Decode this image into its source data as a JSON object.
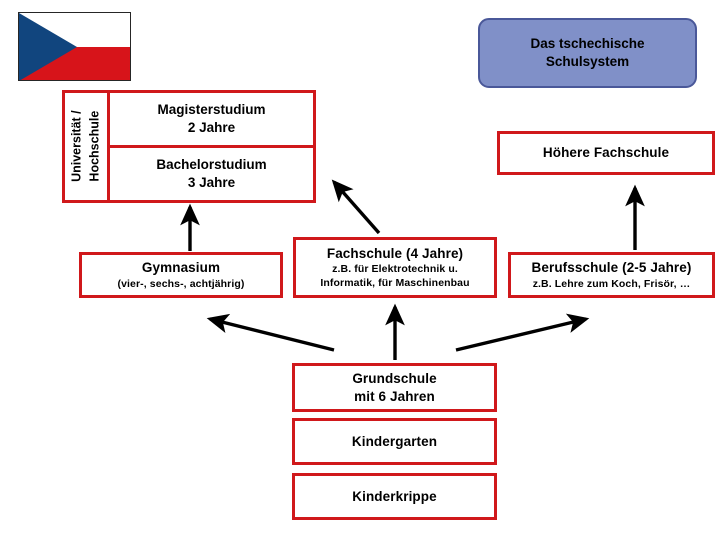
{
  "page": {
    "title": "Das tschechische Schulsystem",
    "background": "#ffffff",
    "box_border_color": "#d0181b",
    "callout_fill": "#8090c8",
    "callout_border": "#4a5899",
    "arrow_color": "#000000"
  },
  "flag": {
    "name": "Czech Republic flag",
    "white": "#ffffff",
    "red": "#d7141a",
    "blue": "#11457e"
  },
  "title_box": {
    "line1": "Das tschechische",
    "line2": "Schulsystem"
  },
  "university": {
    "side_label_line1": "Universität /",
    "side_label_line2": "Hochschule",
    "rows": [
      {
        "main_line1": "Magisterstudium",
        "main_line2": "2 Jahre"
      },
      {
        "main_line1": "Bachelorstudium",
        "main_line2": "3 Jahre"
      }
    ]
  },
  "boxes": {
    "hoehere_fachschule": {
      "main": "Höhere Fachschule",
      "sub": ""
    },
    "gymnasium": {
      "main": "Gymnasium",
      "sub": "(vier-, sechs-, achtjährig)"
    },
    "fachschule": {
      "main": "Fachschule (4 Jahre)",
      "sub_line1": "z.B. für Elektrotechnik u.",
      "sub_line2": "Informatik, für Maschinenbau"
    },
    "berufsschule": {
      "main": "Berufsschule (2-5 Jahre)",
      "sub": "z.B. Lehre zum Koch, Frisör, …"
    },
    "grundschule": {
      "main_line1": "Grundschule",
      "main_line2": "mit 6 Jahren"
    },
    "kindergarten": {
      "main": "Kindergarten"
    },
    "kinderkrippe": {
      "main": "Kinderkrippe"
    }
  },
  "arrows": [
    {
      "name": "gymnasium-to-university",
      "from": "Gymnasium",
      "to": "Bachelorstudium"
    },
    {
      "name": "fachschule-to-university",
      "from": "Fachschule (4 Jahre)",
      "to": "Bachelorstudium"
    },
    {
      "name": "berufsschule-to-hoehere-fachschule",
      "from": "Berufsschule (2-5 Jahre)",
      "to": "Höhere Fachschule"
    },
    {
      "name": "grundschule-to-gymnasium",
      "from": "Grundschule mit 6 Jahren",
      "to": "Gymnasium"
    },
    {
      "name": "grundschule-to-fachschule",
      "from": "Grundschule mit 6 Jahren",
      "to": "Fachschule (4 Jahre)"
    },
    {
      "name": "grundschule-to-berufsschule",
      "from": "Grundschule mit 6 Jahren",
      "to": "Berufsschule (2-5 Jahre)"
    }
  ]
}
